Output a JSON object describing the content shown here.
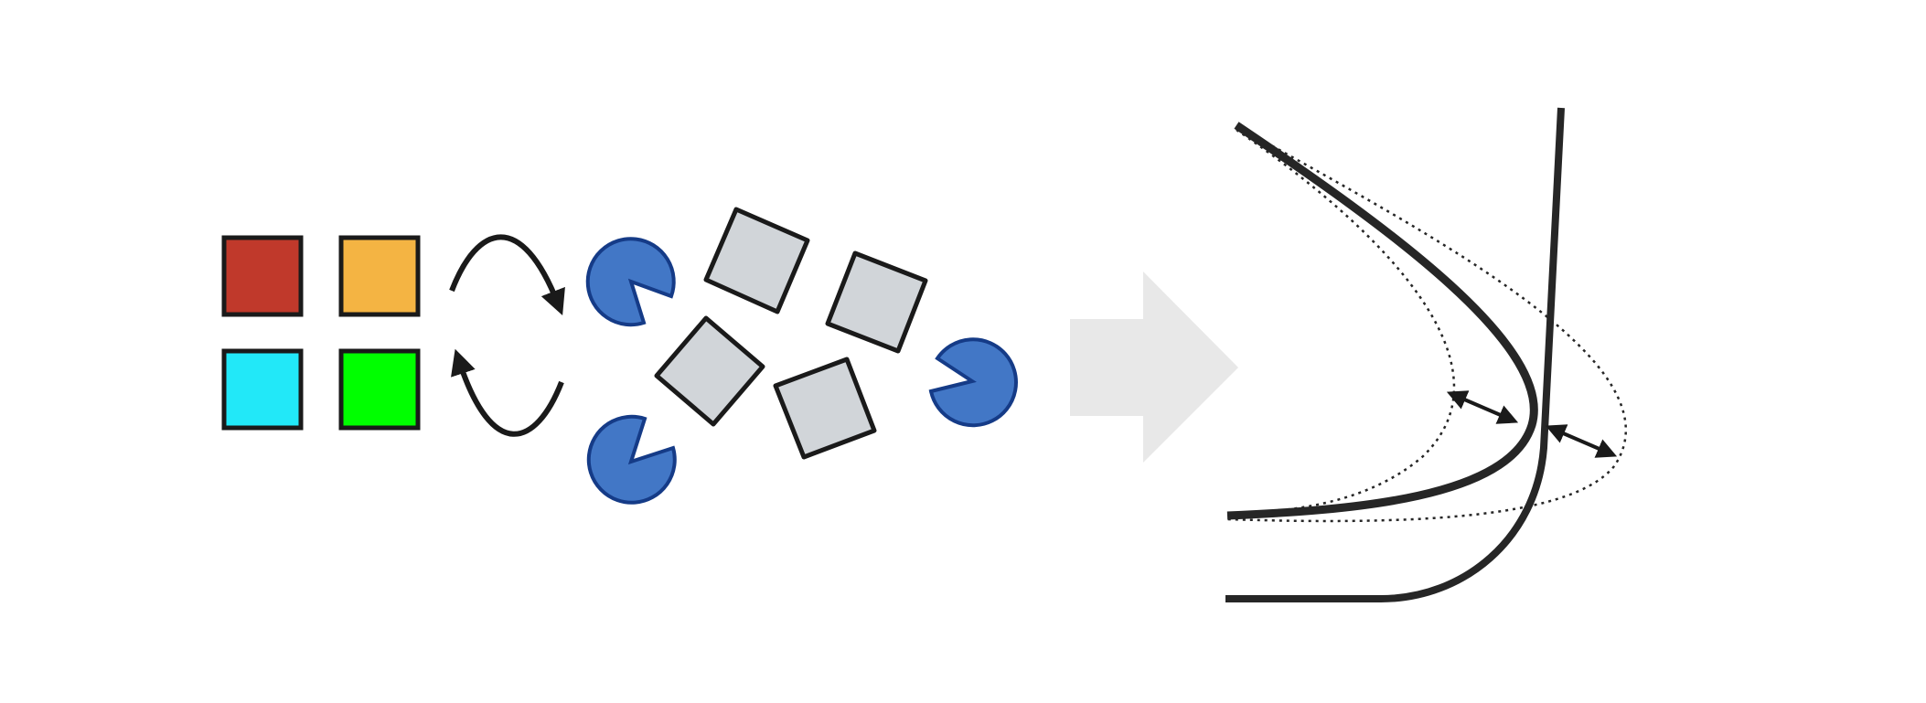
{
  "colors": {
    "background": "#ffffff",
    "outline": "#1a1a1a",
    "square_red": "#c0392b",
    "square_orange": "#f4b443",
    "square_cyan": "#22e8f8",
    "square_green": "#00ff00",
    "pacman_fill": "#4277c6",
    "pacman_stroke": "#153b87",
    "gray_square": "#d1d5d9",
    "big_arrow": "#e8e8e8",
    "curve": "#262626"
  },
  "elements": {
    "colored_squares": [
      "square-red",
      "square-orange",
      "square-cyan",
      "square-green"
    ],
    "exchange_arrows": [
      "curved-arrow-clockwise",
      "curved-arrow-counterclockwise"
    ],
    "pacman_shapes": [
      "pacman-1",
      "pacman-2",
      "pacman-3"
    ],
    "gray_squares": [
      "gray-square-1",
      "gray-square-2",
      "gray-square-3",
      "gray-square-4"
    ],
    "transition_arrow": "right-arrow",
    "curves": [
      "solid-parabola",
      "dotted-inner-curve",
      "dotted-outer-curve",
      "solid-l-curve"
    ],
    "double_arrows": [
      "double-arrow-1",
      "double-arrow-2"
    ]
  }
}
